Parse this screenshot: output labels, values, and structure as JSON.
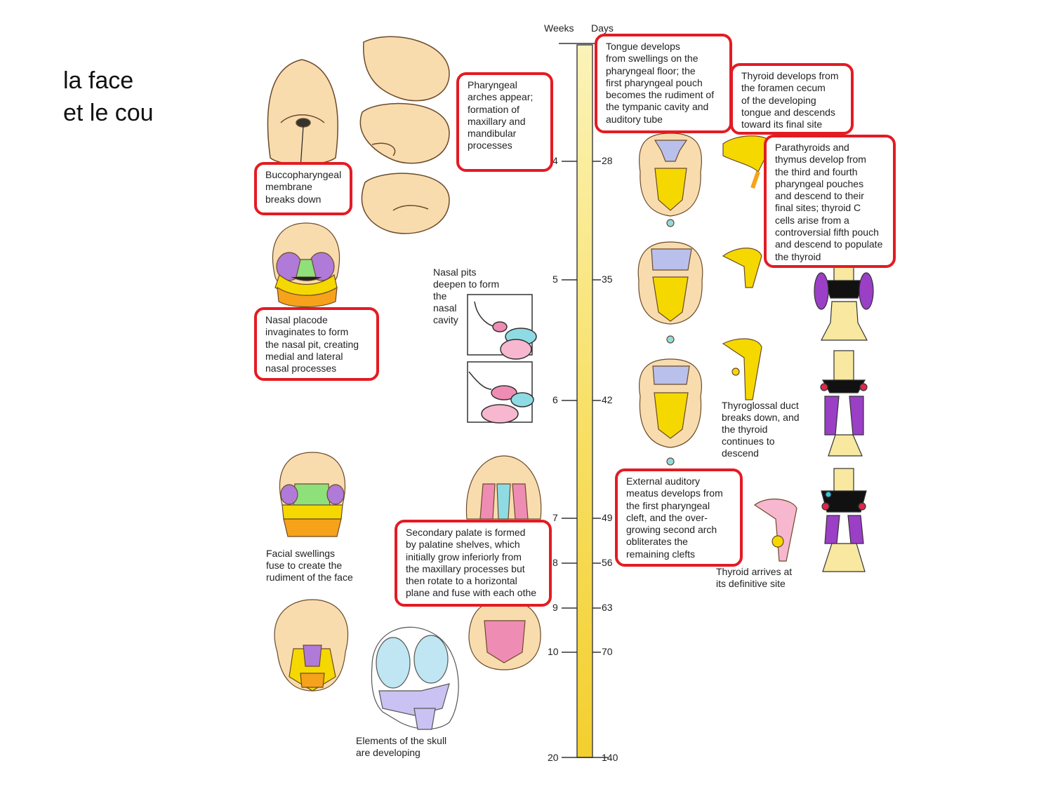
{
  "title": {
    "line1": "la face",
    "line2": "et le cou"
  },
  "axis": {
    "weeks_label": "Weeks",
    "days_label": "Days",
    "weeks_ticks": [
      "4",
      "5",
      "6",
      "7",
      "8",
      "9",
      "10",
      "20"
    ],
    "days_ticks": [
      "28",
      "35",
      "42",
      "49",
      "56",
      "63",
      "70",
      "140"
    ]
  },
  "callouts": {
    "buccopharyngeal": "Buccopharyngeal\nmembrane\nbreaks down",
    "pharyngeal_arches": "Pharyngeal\narches appear;\nformation of\nmaxillary and\nmandibular\nprocesses",
    "tongue": "Tongue develops\nfrom swellings on the\npharyngeal floor; the\nfirst pharyngeal pouch\nbecomes the rudiment of\nthe tympanic cavity and\nauditory tube",
    "thyroid": "Thyroid develops from\nthe foramen cecum\nof the developing\ntongue and descends\ntoward its final site",
    "parathyroids": "Parathyroids and\nthymus develop from\nthe third and fourth\npharyngeal pouches\nand descend to their\nfinal sites; thyroid C\ncells arise from a\ncontroversial fifth pouch\nand descend to populate\nthe thyroid",
    "nasal_placode": "Nasal placode\ninvaginates to form\nthe nasal pit, creating\nmedial and lateral\nnasal processes",
    "secondary_palate": "Secondary palate is formed\nby palatine shelves, which\ninitially grow inferiorly from\nthe maxillary processes but\nthen rotate to a horizontal\nplane and fuse with each othe",
    "external_auditory": "External auditory\nmeatus develops from\nthe first pharyngeal\ncleft, and the over-\ngrowing second arch\nobliterates the\nremaining clefts"
  },
  "captions": {
    "nasal_pits": "Nasal pits\ndeepen to form\nthe\nnasal\ncavity",
    "facial_swellings": "Facial swellings\nfuse to create the\nrudiment of the face",
    "skull": "Elements of the skull\nare developing",
    "thyroglossal": "Thyroglossal duct\nbreaks down, and\nthe thyroid\ncontinues to\ndescend",
    "thyroid_arrives": "Thyroid arrives at\nits definitive site"
  },
  "colors": {
    "highlight_border": "#e31b23",
    "timeline_yellow": "#f6d94a",
    "skin": "#f8dcae",
    "yellow": "#f5d800",
    "orange": "#f7a21b",
    "purple": "#b07ad8",
    "lavender": "#b9c0ec",
    "pink": "#ef8cb4",
    "cyan": "#8fdbe4",
    "green": "#8ee07a"
  }
}
